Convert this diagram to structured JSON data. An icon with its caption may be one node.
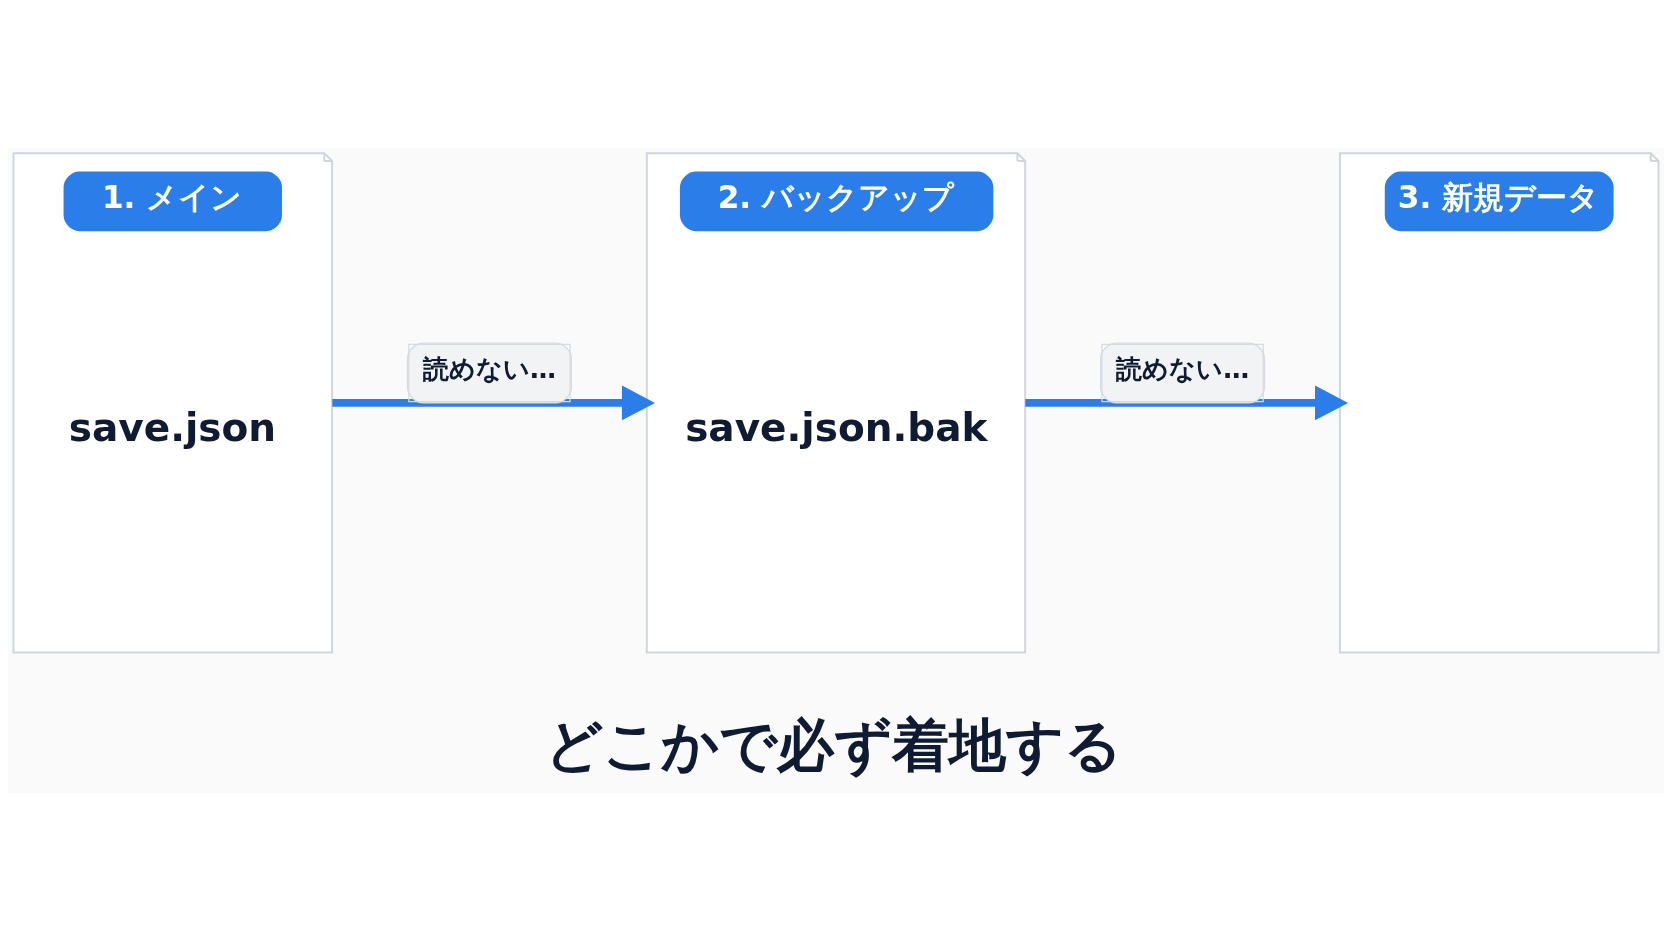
{
  "diagram": {
    "caption": "どこかで必ず着地する",
    "nodes": [
      {
        "text": [
          "1. メイン",
          "save.json"
        ]
      },
      {
        "text": [
          "2. バックアップ",
          "save.json.bak"
        ]
      },
      {
        "text": [
          "3. 新規データ"
        ]
      }
    ],
    "edges": [
      {
        "from": 0,
        "to": 1,
        "arrow": "to",
        "label": "読めない…"
      },
      {
        "from": 1,
        "to": 2,
        "arrow": "to",
        "label": "読めない…"
      }
    ]
  }
}
